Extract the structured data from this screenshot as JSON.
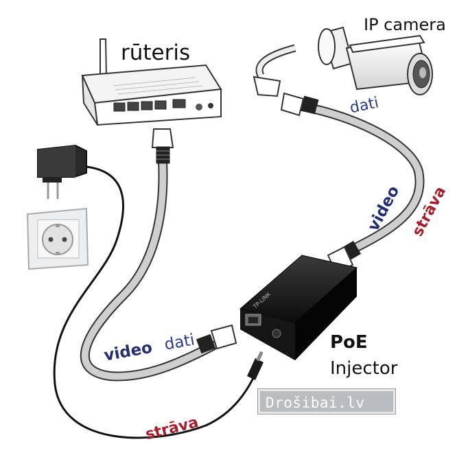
{
  "labels": {
    "router": "rūteris",
    "camera": "IP camera",
    "cam_data": "dati",
    "cam_video": "video",
    "cam_power": "strāva",
    "router_video": "video",
    "router_data": "dati",
    "power": "strāva",
    "poe_line1": "PoE",
    "poe_line2": "Injector",
    "injector_brand": "TP-LINK",
    "watermark": "Drošibai.lv"
  },
  "colors": {
    "video_text": "#242e73",
    "data_text": "#2a3b8a",
    "power_text": "#a81d2a",
    "injector_body": "#111111",
    "cable_ethernet": "#c9c9c9",
    "cable_power": "#111111"
  }
}
